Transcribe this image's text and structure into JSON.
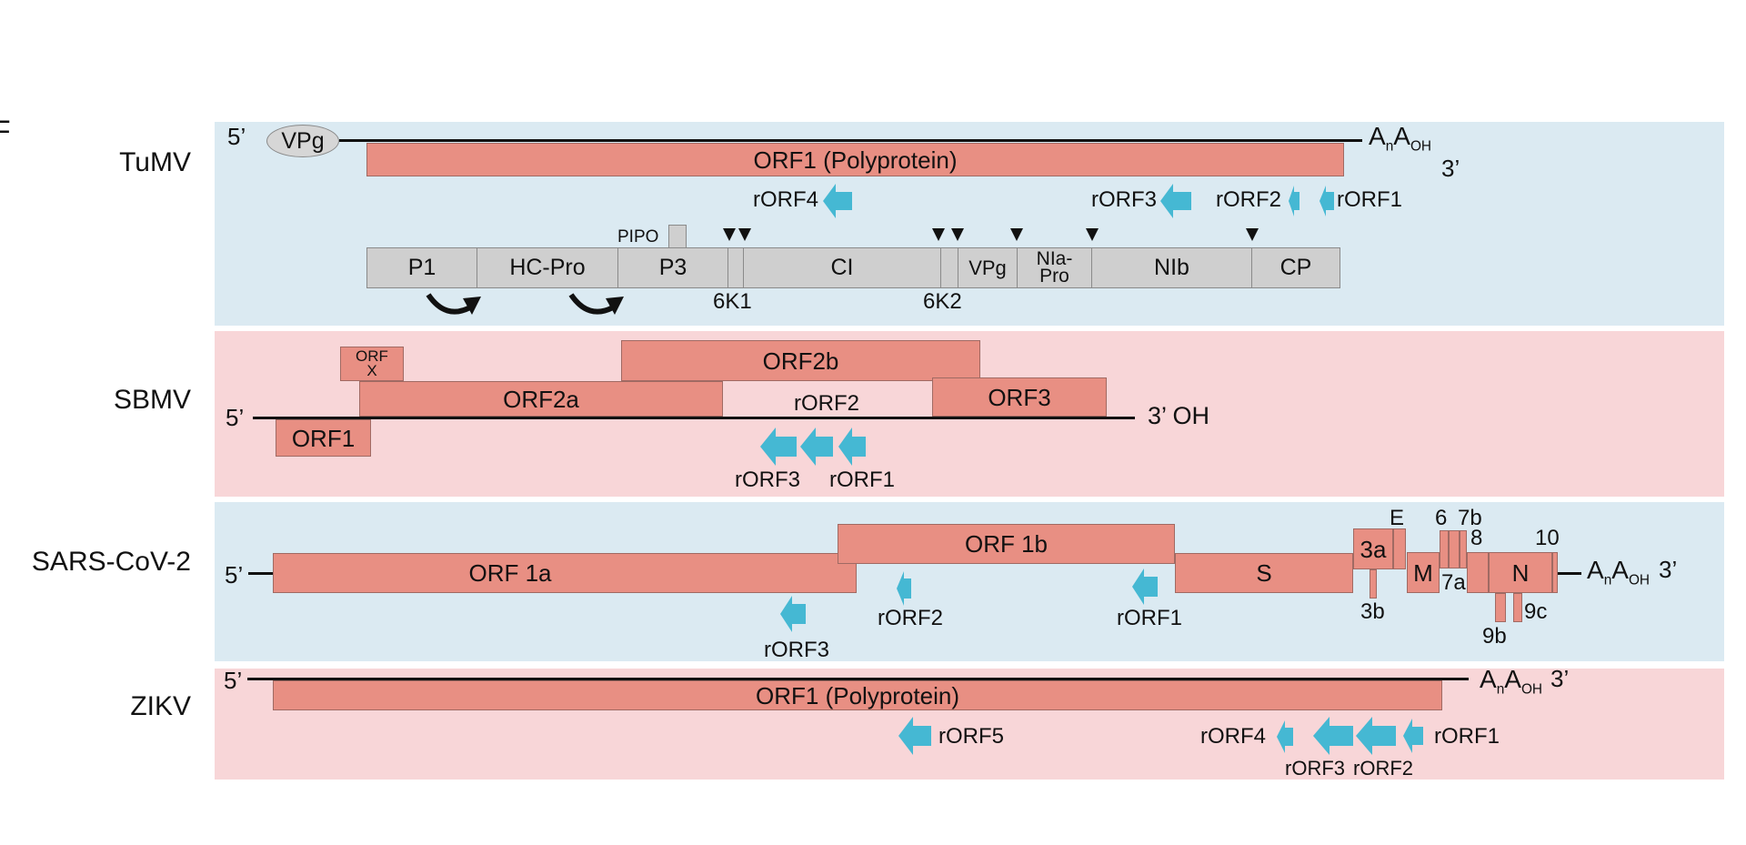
{
  "panel_letter": "F",
  "tumv": {
    "name": "TuMV",
    "five": "5’",
    "vpg": "VPg",
    "orf1": "ORF1 (Polyprotein)",
    "tail_a": "A",
    "tail_n": "n",
    "tail_oh": "OH",
    "three": "3’",
    "rorfs": [
      "rORF4",
      "rORF3",
      "rORF2",
      "rORF1"
    ],
    "pipo": "PIPO",
    "proteins": [
      "P1",
      "HC-Pro",
      "P3",
      "CI",
      "VPg",
      "NIa-Pro",
      "NIb",
      "CP"
    ],
    "small_peptides": [
      "6K1",
      "6K2"
    ]
  },
  "sbmv": {
    "name": "SBMV",
    "five": "5’",
    "three": "3’ OH",
    "orfx": "ORF X",
    "orf2a": "ORF2a",
    "orf2b": "ORF2b",
    "orf3": "ORF3",
    "orf1": "ORF1",
    "rorf2": "rORF2",
    "rorf3": "rORF3",
    "rorf1": "rORF1"
  },
  "sars": {
    "name": "SARS-CoV-2",
    "five": "5’",
    "orf1a": "ORF 1a",
    "orf1b": "ORF 1b",
    "s": "S",
    "e": "E",
    "orf3a": "3a",
    "orf3b": "3b",
    "m": "M",
    "orf6": "6",
    "orf7a": "7a",
    "orf7b": "7b",
    "orf8": "8",
    "n": "N",
    "orf9b": "9b",
    "orf9c": "9c",
    "orf10": "10",
    "tail_a": "A",
    "tail_n": "n",
    "tail_oh": "OH",
    "three": "3’",
    "rorfs": [
      "rORF3",
      "rORF2",
      "rORF1"
    ]
  },
  "zikv": {
    "name": "ZIKV",
    "five": "5’",
    "orf1": "ORF1 (Polyprotein)",
    "tail_a": "A",
    "tail_n": "n",
    "tail_oh": "OH",
    "three": "3’",
    "rorfs": [
      "rORF5",
      "rORF4",
      "rORF3",
      "rORF2",
      "rORF1"
    ]
  },
  "colors": {
    "orf": "#e88f83",
    "arrow": "#45b8d3",
    "blue_panel": "#dbeaf2",
    "pink_panel": "#f8d6d8",
    "protein": "#cfcfcf"
  }
}
